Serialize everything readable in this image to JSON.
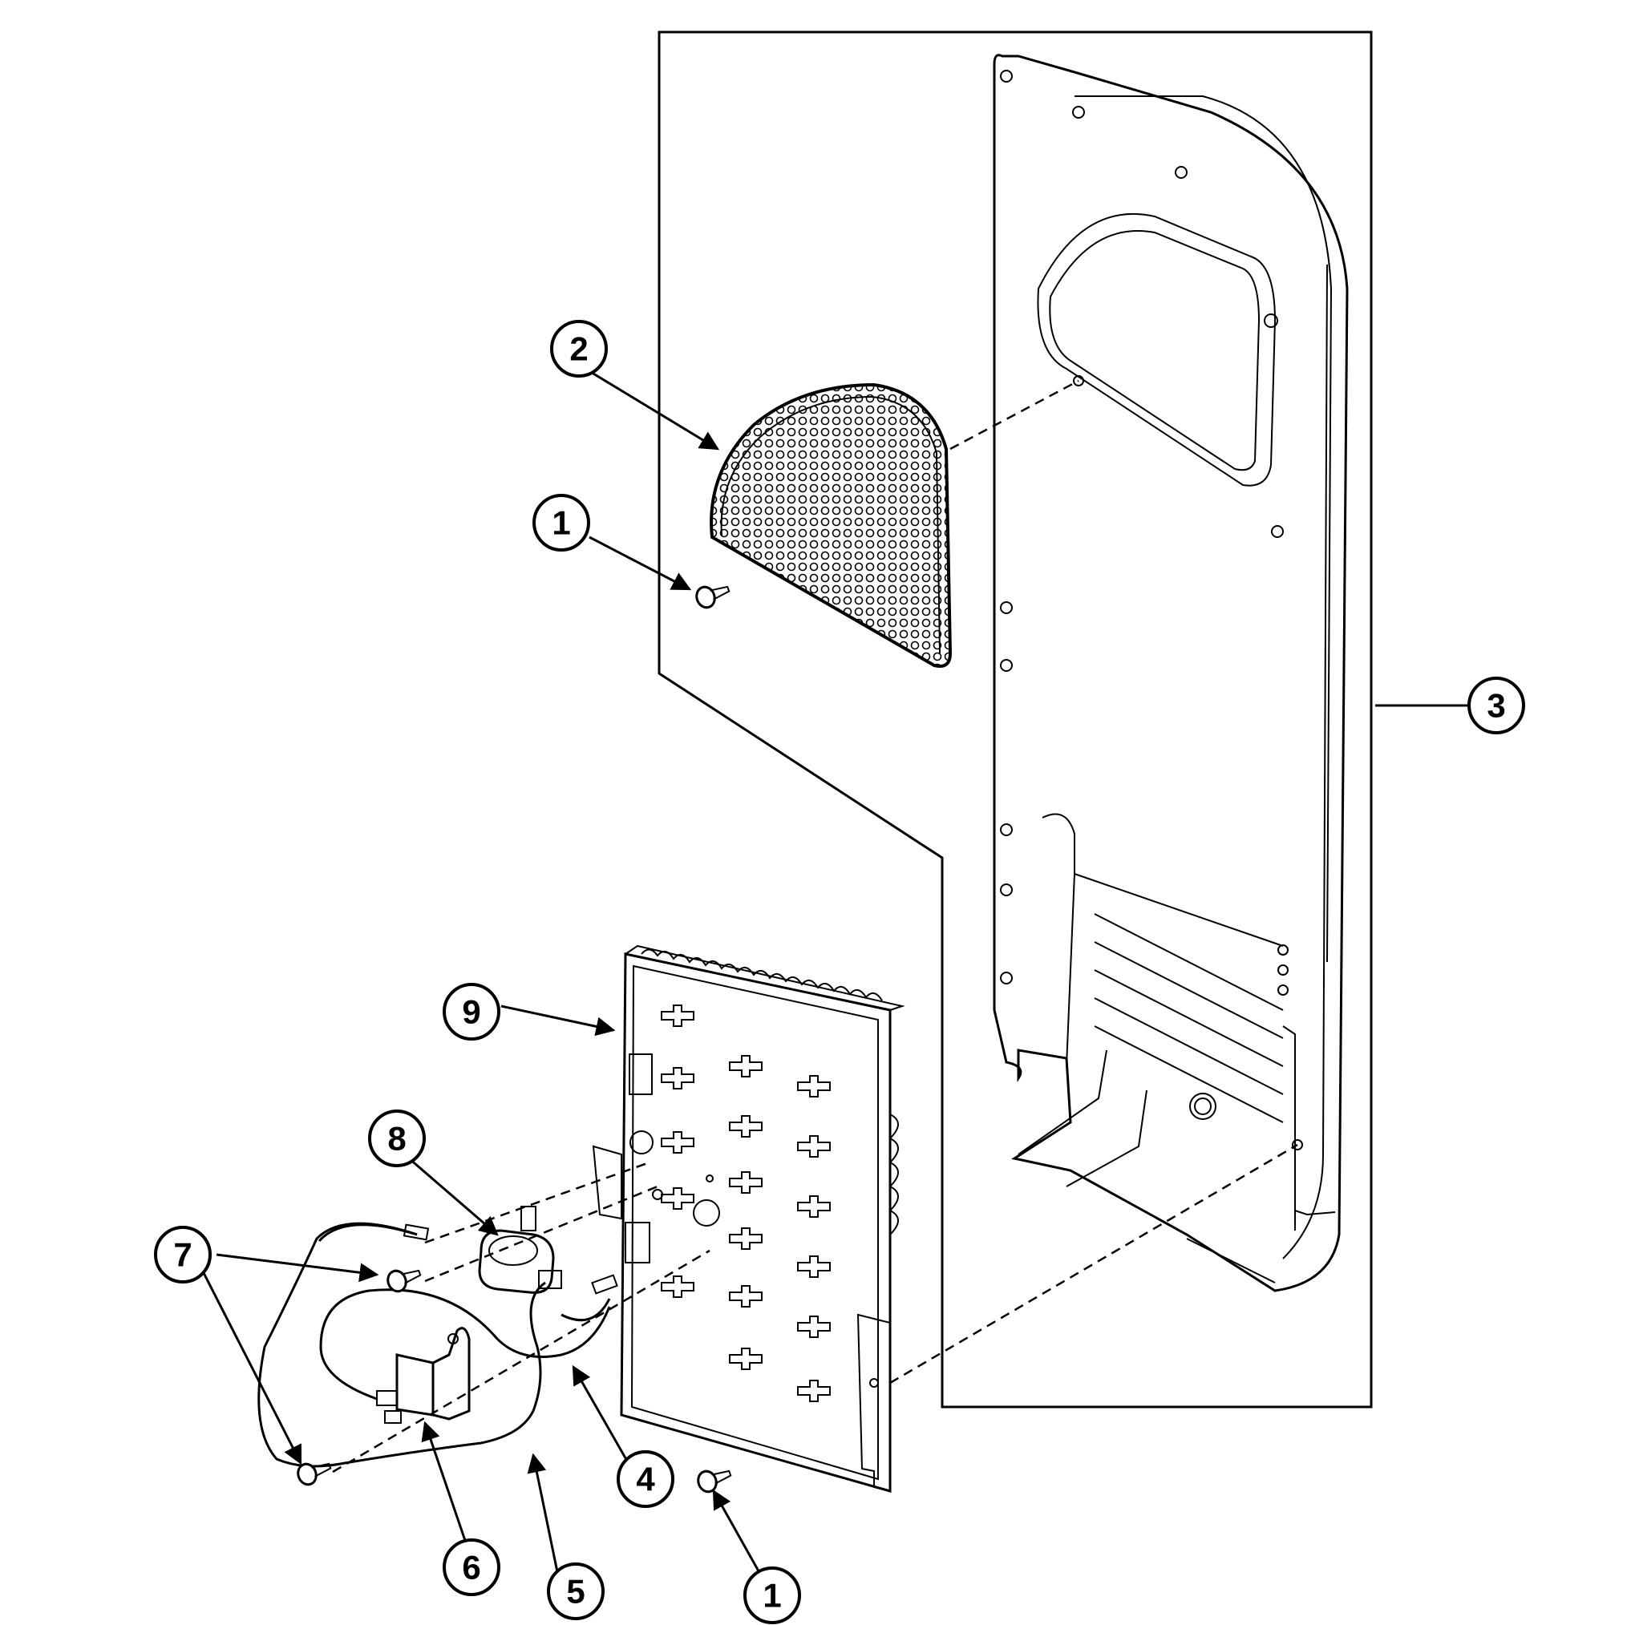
{
  "diagram": {
    "callouts": [
      {
        "id": "c1a",
        "label": "1"
      },
      {
        "id": "c1b",
        "label": "1"
      },
      {
        "id": "c2",
        "label": "2"
      },
      {
        "id": "c3",
        "label": "3"
      },
      {
        "id": "c4",
        "label": "4"
      },
      {
        "id": "c5",
        "label": "5"
      },
      {
        "id": "c6",
        "label": "6"
      },
      {
        "id": "c7",
        "label": "7"
      },
      {
        "id": "c8",
        "label": "8"
      },
      {
        "id": "c9",
        "label": "9"
      }
    ]
  }
}
